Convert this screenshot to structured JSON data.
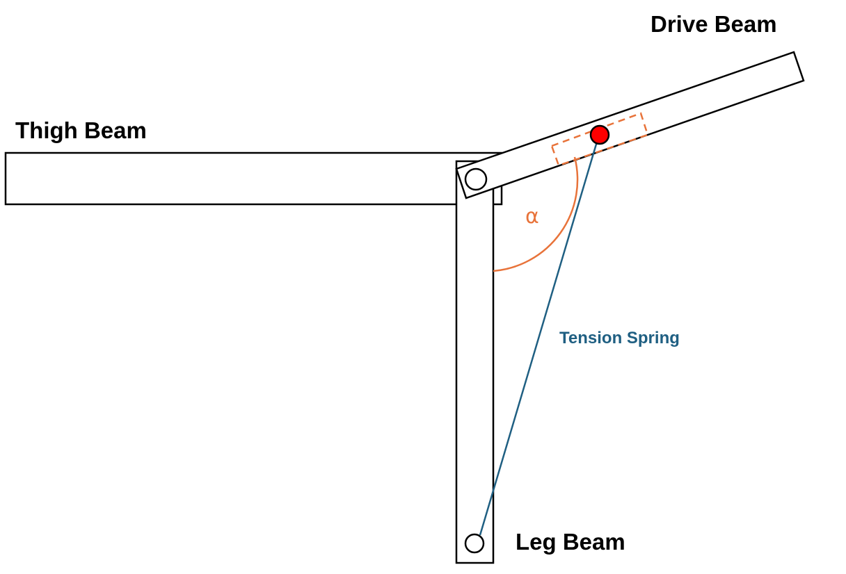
{
  "labels": {
    "thigh_beam": "Thigh Beam",
    "drive_beam": "Drive Beam",
    "leg_beam": "Leg Beam",
    "tension_spring": "Tension Spring",
    "angle": "α"
  },
  "colors": {
    "outline": "#000000",
    "spring": "#1f5f82",
    "angle_and_slot": "#e8733a",
    "attachment_point": "#ff0000"
  }
}
